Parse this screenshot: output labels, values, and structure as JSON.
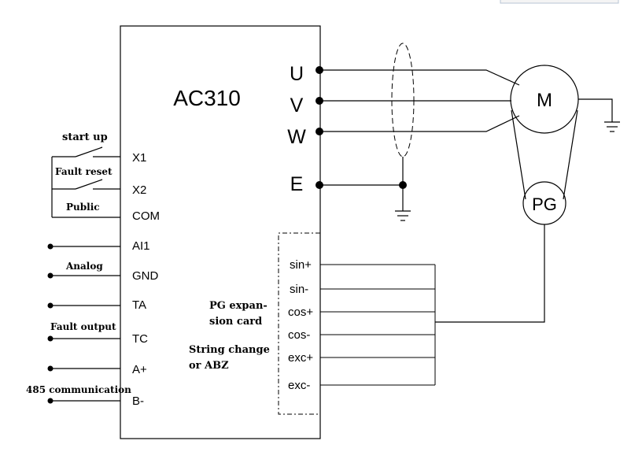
{
  "title": "AC310",
  "terminals_left": [
    "X1",
    "X2",
    "COM",
    "AI1",
    "GND",
    "TA",
    "TC",
    "A+",
    "B-"
  ],
  "terminals_right": [
    "U",
    "V",
    "W",
    "E"
  ],
  "pg_card_terminals": [
    "sin+",
    "sin-",
    "cos+",
    "cos-",
    "exc+",
    "exc-"
  ],
  "labels": {
    "start_up": "start up",
    "fault_reset": "Fault reset",
    "public": "Public",
    "analog": "Analog",
    "fault_output": "Fault output",
    "comm485": "485 communication",
    "pg_card_line1": "PG expan-",
    "pg_card_line2": "sion card",
    "string_line1": "String change",
    "string_line2": "or ABZ"
  },
  "motor_label": "M",
  "encoder_label": "PG"
}
